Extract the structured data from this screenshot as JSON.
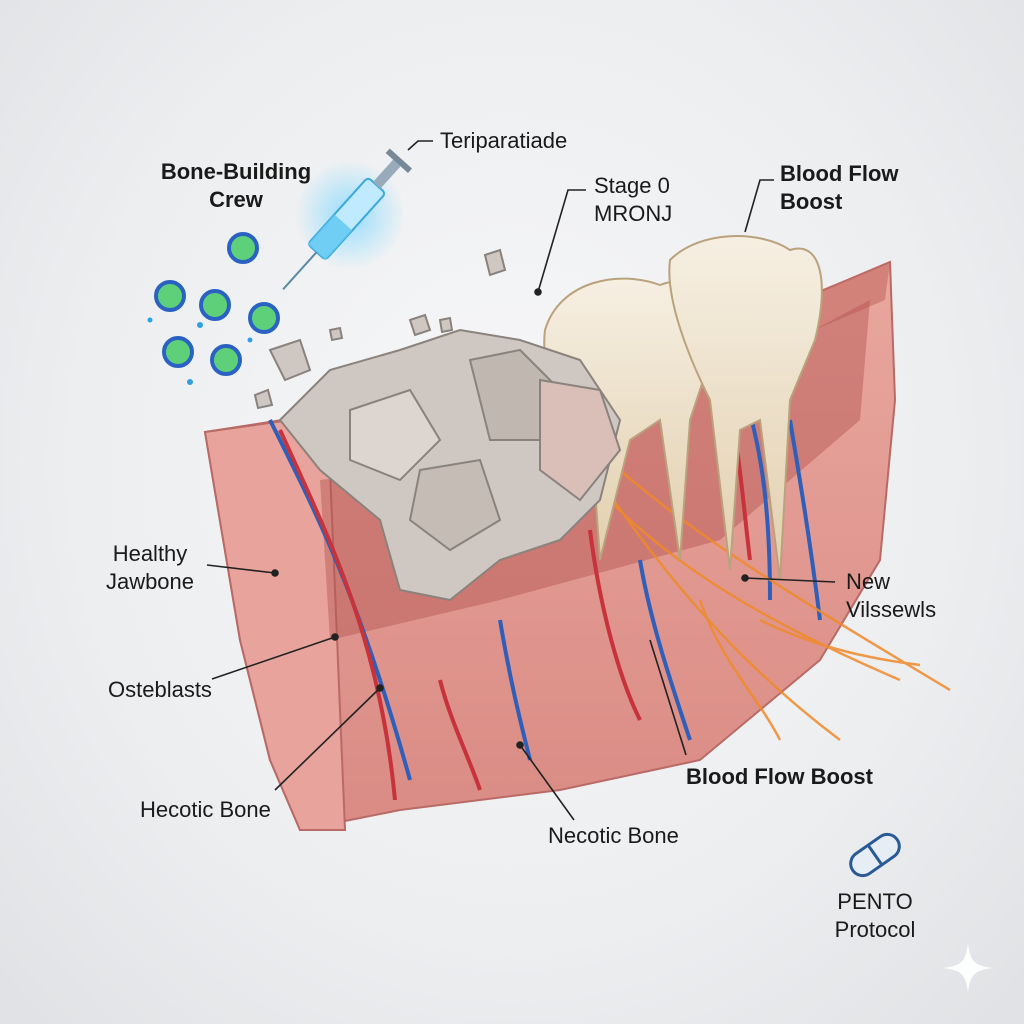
{
  "labels": {
    "teriparatide": "Teriparatiade",
    "bone_building_crew": [
      "Bone-Building",
      "Crew"
    ],
    "stage0": [
      "Stage 0",
      "MRONJ"
    ],
    "blood_flow_top": [
      "Blood Flow",
      "Boost"
    ],
    "healthy_jawbone": [
      "Healthy",
      "Jawbone"
    ],
    "osteoblasts": "Osteblasts",
    "hecotic_bone": "Hecotic Bone",
    "necotic_bone": "Necotic Bone",
    "blood_flow_bottom": "Blood Flow Boost",
    "new_vessels": [
      "New",
      "Vilssewls"
    ],
    "pento": [
      "PENTO",
      "Protocol"
    ]
  },
  "colors": {
    "gum": "#e59c94",
    "bone": "#cfc8c2",
    "artery": "#c8323a",
    "vein": "#2f5fb8",
    "new_vessel": "#f08a2a",
    "syringe": "#5cc6f0",
    "pill": "#2a5a96"
  }
}
